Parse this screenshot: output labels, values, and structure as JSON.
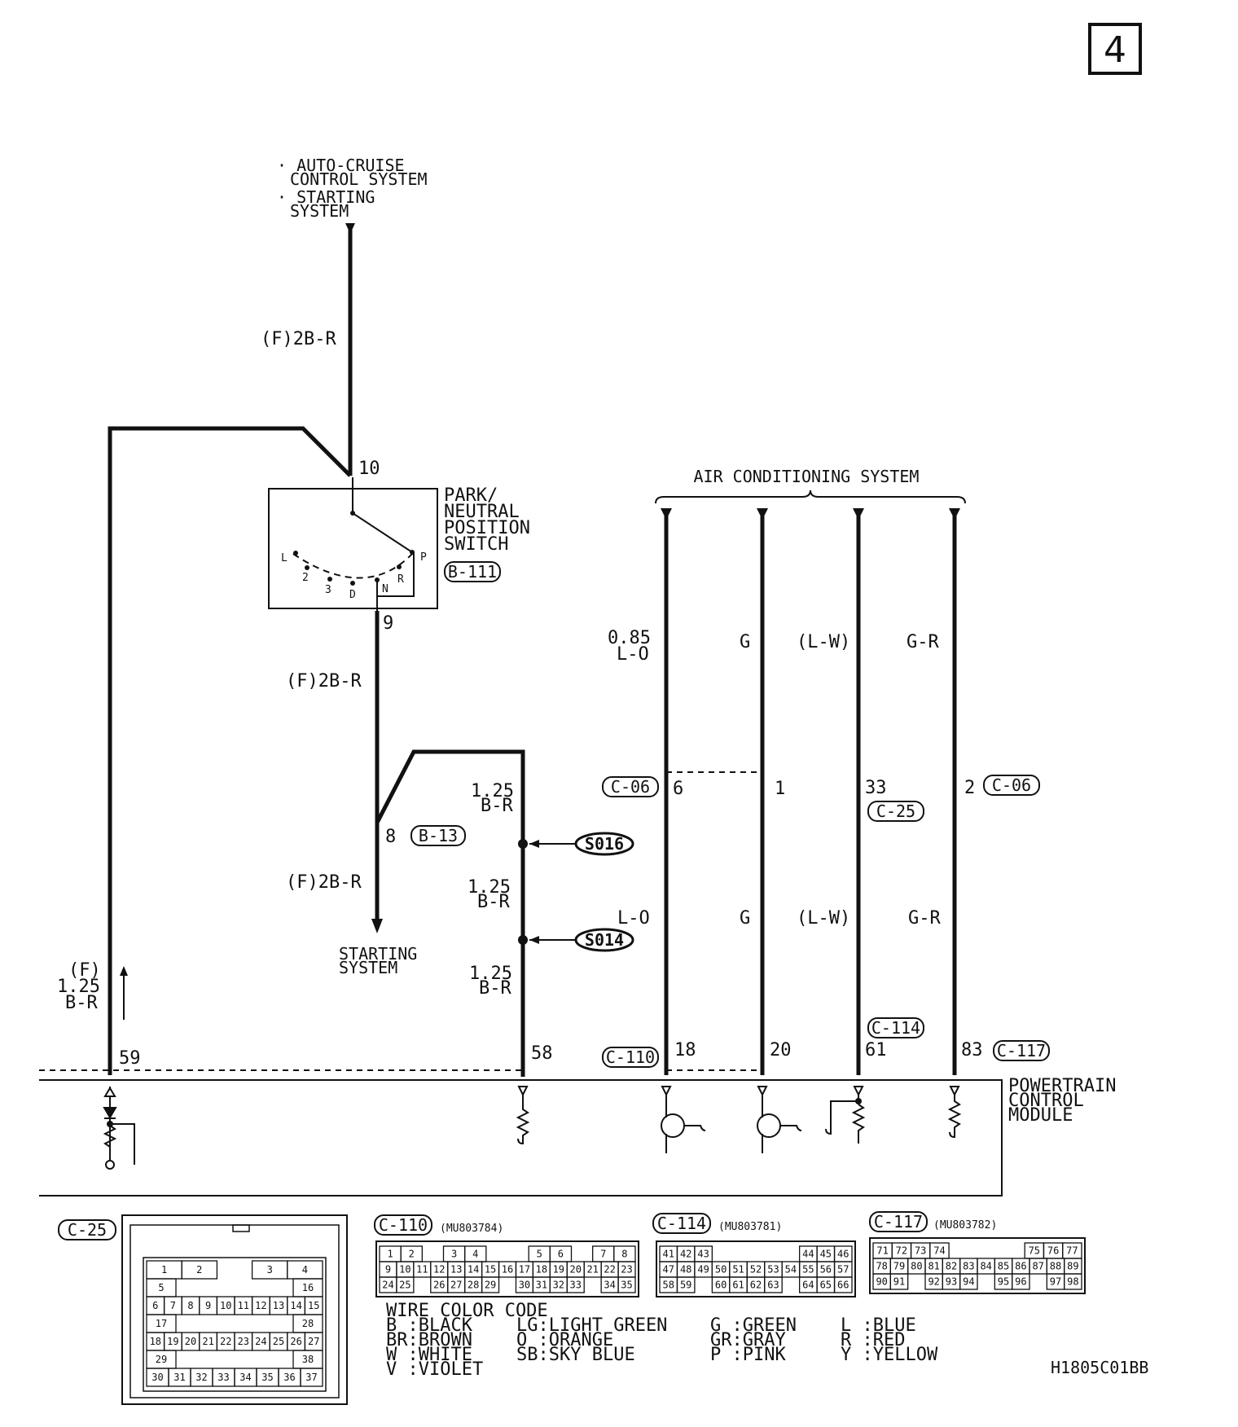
{
  "page_number": "4",
  "diagram_code": "H1805C01BB",
  "top_source": {
    "line1": "· AUTO-CRUISE",
    "line2": "CONTROL SYSTEM",
    "line3": "· STARTING",
    "line4": "SYSTEM"
  },
  "wire_top": "(F)2B-R",
  "pins": {
    "p10": "10",
    "p9": "9",
    "p8": "8",
    "p59": "59",
    "p58": "58",
    "p6": "6",
    "p1": "1",
    "p33": "33",
    "p2": "2",
    "p18": "18",
    "p20": "20",
    "p61": "61",
    "p83": "83"
  },
  "switch": {
    "l1": "PARK/",
    "l2": "NEUTRAL",
    "l3": "POSITION",
    "l4": "SWITCH",
    "connector": "B-111",
    "pos": [
      "L",
      "2",
      "3",
      "D",
      "N",
      "R",
      "P"
    ]
  },
  "wire_mid": "(F)2B-R",
  "wire_low": "(F)2B-R",
  "conn_b13": "B-13",
  "starting": {
    "l1": "STARTING",
    "l2": "SYSTEM"
  },
  "left_wire": {
    "l1": "(F)",
    "l2": "1.25",
    "l3": "B-R"
  },
  "ground_wires": [
    {
      "l1": "1.25",
      "l2": "B-R"
    },
    {
      "l1": "1.25",
      "l2": "B-R"
    },
    {
      "l1": "1.25",
      "l2": "B-R"
    }
  ],
  "splices": {
    "s1": "S016",
    "s2": "S014"
  },
  "ac": {
    "title": "AIR CONDITIONING SYSTEM",
    "upper": {
      "w1a": "0.85",
      "w1b": "L-O",
      "w2": "G",
      "w3": "(L-W)",
      "w4": "G-R"
    },
    "lower": {
      "w1": "L-O",
      "w2": "G",
      "w3": "(L-W)",
      "w4": "G-R"
    }
  },
  "connectors": {
    "c06a": "C-06",
    "c06b": "C-06",
    "c25": "C-25",
    "c114": "C-114",
    "c110": "C-110",
    "c117": "C-117"
  },
  "pcm": {
    "l1": "POWERTRAIN",
    "l2": "CONTROL",
    "l3": "MODULE"
  },
  "views": {
    "c25": {
      "label": "C-25",
      "rows": [
        [
          "1",
          "2",
          "",
          "3",
          "4"
        ],
        [
          "5",
          "",
          "",
          "",
          "",
          "16"
        ],
        [
          "6",
          "7",
          "8",
          "9",
          "10",
          "11",
          "12",
          "13",
          "14",
          "15"
        ],
        [
          "17",
          "",
          "",
          "",
          "",
          "28"
        ],
        [
          "18",
          "19",
          "20",
          "21",
          "22",
          "23",
          "24",
          "25",
          "26",
          "27"
        ],
        [
          "29",
          "",
          "",
          "",
          "",
          "38"
        ],
        [
          "30",
          "31",
          "32",
          "33",
          "34",
          "35",
          "36",
          "37"
        ]
      ]
    },
    "c110": {
      "label": "C-110",
      "part": "(MU803784)",
      "rows": [
        [
          "1",
          "2",
          "",
          "3",
          "4",
          "",
          "",
          "5",
          "6",
          "",
          "7",
          "8"
        ],
        [
          "9",
          "10",
          "11",
          "12",
          "13",
          "14",
          "15",
          "16",
          "17",
          "18",
          "19",
          "20",
          "21",
          "22",
          "23"
        ],
        [
          "24",
          "25",
          "",
          "26",
          "27",
          "28",
          "29",
          "",
          "30",
          "31",
          "32",
          "33",
          "",
          "34",
          "35"
        ]
      ]
    },
    "c114": {
      "label": "C-114",
      "part": "(MU803781)",
      "rows": [
        [
          "41",
          "42",
          "43",
          "",
          "",
          "",
          "",
          "",
          "44",
          "45",
          "46"
        ],
        [
          "47",
          "48",
          "49",
          "50",
          "51",
          "52",
          "53",
          "54",
          "55",
          "56",
          "57"
        ],
        [
          "58",
          "59",
          "",
          "60",
          "61",
          "62",
          "63",
          "",
          "64",
          "65",
          "66"
        ]
      ]
    },
    "c117": {
      "label": "C-117",
      "part": "(MU803782)",
      "rows": [
        [
          "71",
          "72",
          "73",
          "74",
          "",
          "",
          "",
          "",
          "75",
          "76",
          "77"
        ],
        [
          "78",
          "79",
          "80",
          "81",
          "82",
          "83",
          "84",
          "85",
          "86",
          "87",
          "88",
          "89"
        ],
        [
          "90",
          "91",
          "",
          "92",
          "93",
          "94",
          "",
          "95",
          "96",
          "",
          "97",
          "98"
        ]
      ]
    }
  },
  "legend": {
    "title": "WIRE COLOR CODE",
    "c1": [
      "B :BLACK",
      "BR:BROWN",
      "W :WHITE",
      "V :VIOLET"
    ],
    "c2": [
      "LG:LIGHT GREEN",
      "O :ORANGE",
      "SB:SKY BLUE"
    ],
    "c3": [
      "G :GREEN",
      "GR:GRAY",
      "P :PINK"
    ],
    "c4": [
      "L :BLUE",
      "R :RED",
      "Y :YELLOW"
    ]
  }
}
